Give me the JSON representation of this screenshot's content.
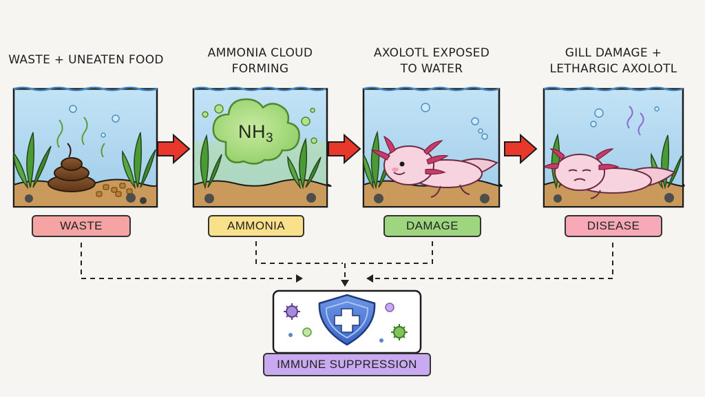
{
  "stages": [
    {
      "caption_lines": [
        "WASTE + UNEATEN FOOD",
        ""
      ],
      "label": "WASTE",
      "label_color": "#f6a3a3"
    },
    {
      "caption_lines": [
        "AMMONIA CLOUD",
        "FORMING"
      ],
      "label": "AMMONIA",
      "label_color": "#f9e08b"
    },
    {
      "caption_lines": [
        "AXOLOTL EXPOSED",
        "TO WATER"
      ],
      "label": "DAMAGE",
      "label_color": "#9ed57f"
    },
    {
      "caption_lines": [
        "GILL DAMAGE +",
        "LETHARGIC AXOLOTL"
      ],
      "label": "DISEASE",
      "label_color": "#f7a9b8"
    }
  ],
  "cloud_formula": "NH",
  "cloud_subscript": "3",
  "outcome": {
    "label": "IMMUNE SUPPRESSION",
    "label_color": "#c9a9ef",
    "icon": "shield-plus-icon"
  },
  "colors": {
    "water": "#a9d4ee",
    "arrow": "#e8382b",
    "sand": "#c99a5b",
    "plant": "#3f8a2e",
    "axolotl": "#f6d3df",
    "gill": "#c73a6a"
  }
}
